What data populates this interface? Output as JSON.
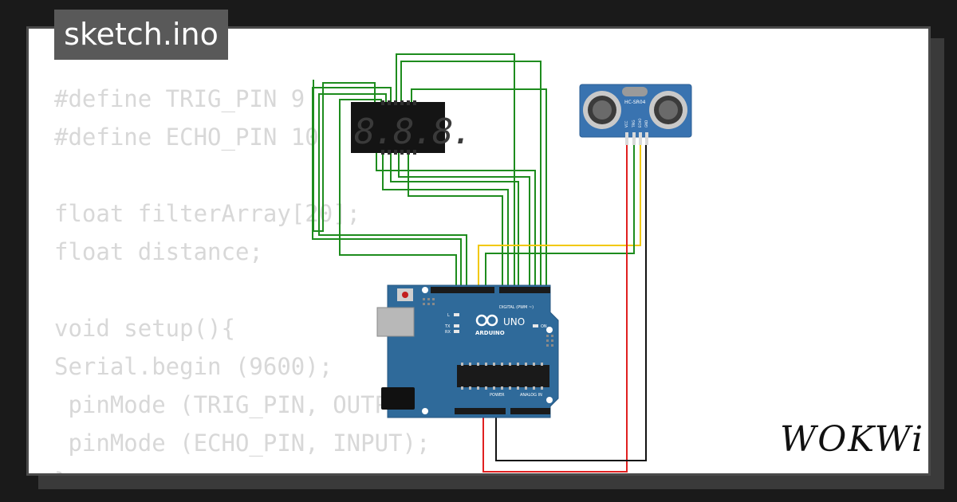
{
  "tab": {
    "title": "sketch.ino"
  },
  "code_lines": [
    "#define TRIG_PIN 9",
    "#define ECHO_PIN 10",
    "",
    "float filterArray[20];",
    "float distance;",
    "",
    "void setup(){",
    "Serial.begin (9600);",
    " pinMode (TRIG_PIN, OUTPUT);",
    " pinMode (ECHO_PIN, INPUT);",
    "}"
  ],
  "display": {
    "digits": "8.8.8."
  },
  "sensor": {
    "label": "HC-SR04",
    "pins": [
      "VCC",
      "TRIG",
      "ECHO",
      "GND"
    ]
  },
  "board": {
    "brand": "ARDUINO",
    "model": "UNO",
    "digital_label": "DIGITAL (PWM ~)",
    "power_label": "POWER",
    "analog_label": "ANALOG IN",
    "on_label": "ON",
    "l_label": "L",
    "tx_label": "TX",
    "rx_label": "RX"
  },
  "logo": {
    "text": "WOKWi"
  },
  "colors": {
    "background": "#1a1a1a",
    "tab": "#595959",
    "code_text": "#d8d8d8",
    "wire_green": "#1e8c1e",
    "wire_yellow": "#f2c800",
    "wire_red": "#e02020",
    "wire_black": "#111111",
    "board_blue": "#2f6a9a",
    "sensor_blue": "#3973b0"
  }
}
